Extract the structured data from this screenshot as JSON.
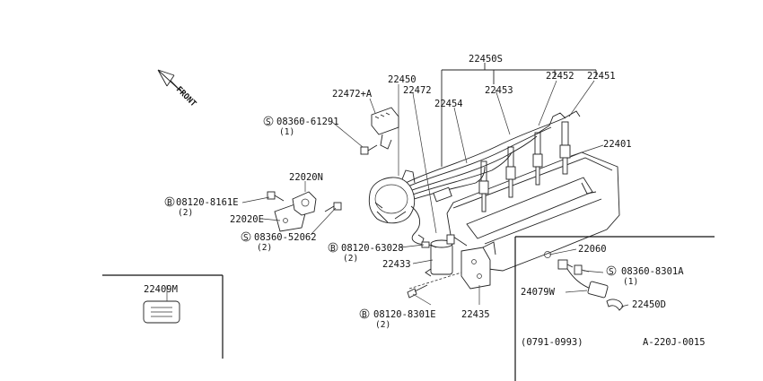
{
  "diagram_id": "A-220J-0015",
  "date_range": "(0791-0993)",
  "front_label": "FRONT",
  "inset_label": "22409M",
  "parts": {
    "p22450S": "22450S",
    "p22450": "22450",
    "p22472": "22472",
    "p22454": "22454",
    "p22453": "22453",
    "p22452": "22452",
    "p22451": "22451",
    "p22472A": "22472+A",
    "p22401": "22401",
    "p22020N": "22020N",
    "p22020E": "22020E",
    "p22433": "22433",
    "p22435": "22435",
    "p22060": "22060",
    "p24079W": "24079W",
    "p22450D": "22450D"
  },
  "fasteners": {
    "f1": {
      "marker": "S",
      "code": "08360-61291",
      "qty": "(1)"
    },
    "f2": {
      "marker": "B",
      "code": "08120-8161E",
      "qty": "(2)"
    },
    "f3": {
      "marker": "S",
      "code": "08360-52062",
      "qty": "(2)"
    },
    "f4": {
      "marker": "B",
      "code": "08120-63028",
      "qty": "(2)"
    },
    "f5": {
      "marker": "B",
      "code": "08120-8301E",
      "qty": "(2)"
    },
    "f6": {
      "marker": "S",
      "code": "08360-8301A",
      "qty": "(1)"
    }
  }
}
